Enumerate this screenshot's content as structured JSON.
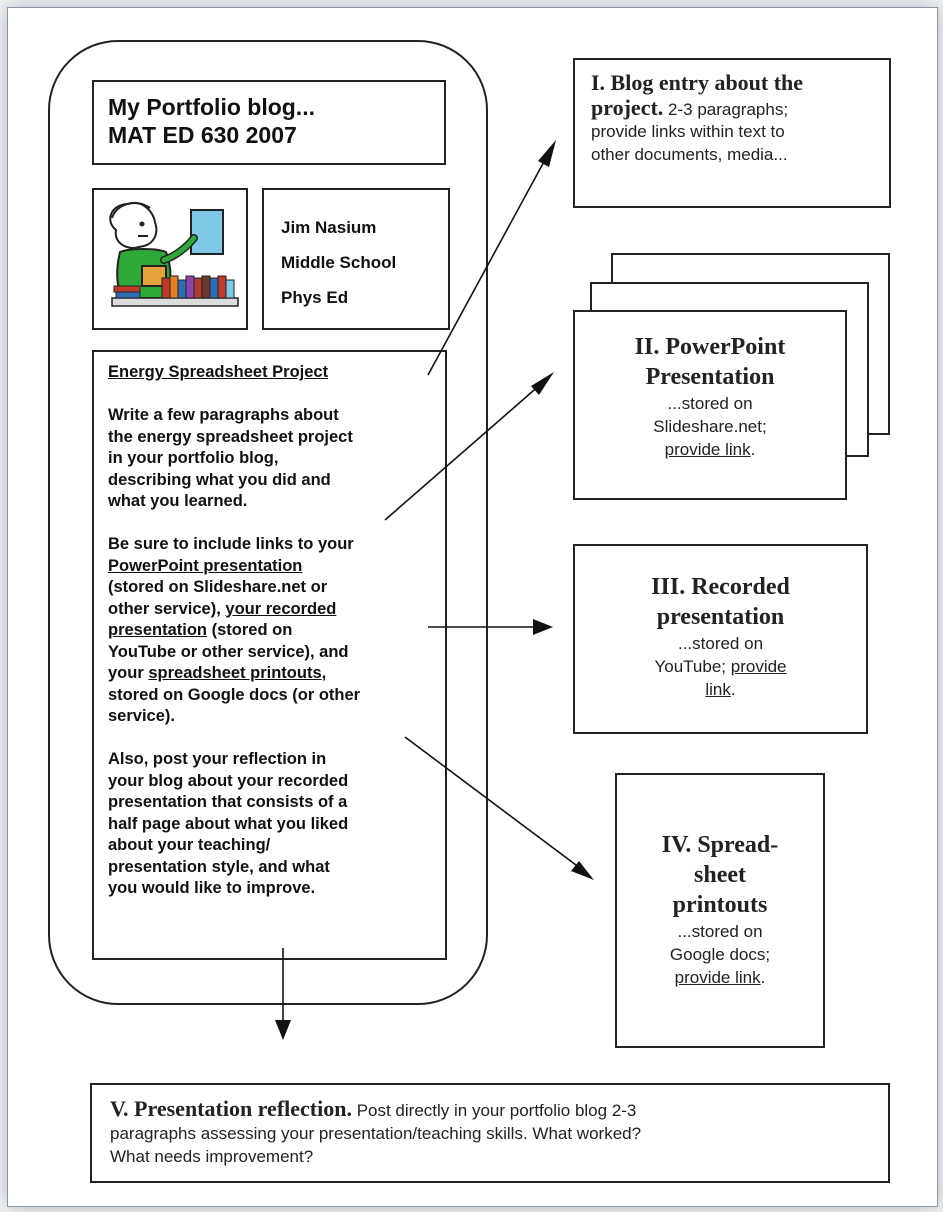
{
  "portfolio": {
    "title_line1": "My Portfolio blog...",
    "title_line2": "MAT ED 630 2007",
    "person": {
      "name": "Jim Nasium",
      "school": "Middle School",
      "subject": "Phys Ed"
    },
    "project": {
      "heading": "Energy Spreadsheet Project",
      "p1": [
        "Write a few paragraphs about",
        "the energy spreadsheet project",
        "in your portfolio blog,",
        "describing what you did and",
        "what you learned."
      ],
      "p2_l1": "Be sure to include links to your",
      "p2_link1": "PowerPoint presentation",
      "p2_l3": "(stored on Slideshare.net or",
      "p2_l4a": "other service), ",
      "p2_link2a": "your recorded",
      "p2_link2b": "presentation",
      "p2_l5b": " (stored on",
      "p2_l6": "YouTube or other service), and",
      "p2_l7a": "your ",
      "p2_link3": "spreadsheet printouts",
      "p2_l7b": ",",
      "p2_l8": "stored on Google docs (or other",
      "p2_l9": "service).",
      "p3": [
        "Also, post your reflection in",
        "your blog about your recorded",
        "presentation that consists of a",
        "half page about what you liked",
        "about your teaching/",
        "presentation style, and what",
        "you would like to improve."
      ]
    }
  },
  "blog_entry": {
    "title_a": "I. Blog entry about the",
    "title_b": "project.",
    "text_l1": " 2-3 paragraphs;",
    "text_l2": "provide links within text to",
    "text_l3": "other documents, media..."
  },
  "powerpoint": {
    "title_l1": "II. PowerPoint",
    "title_l2": "Presentation",
    "text_l1": "...stored on",
    "text_l2": "Slideshare.net;",
    "link": "provide link",
    "after_link": "."
  },
  "recorded": {
    "title_l1": "III. Recorded",
    "title_l2": "presentation",
    "text_l1": "...stored on",
    "text_l2": "YouTube; ",
    "link_a": "provide",
    "link_b": "link",
    "after_link": "."
  },
  "spreadsheet": {
    "title_l1": "IV. Spread-",
    "title_l2": "sheet",
    "title_l3": "printouts",
    "text_l1": "...stored on",
    "text_l2": "Google docs;",
    "link": "provide link",
    "after_link": "."
  },
  "reflection": {
    "title": "V. Presentation reflection.",
    "text_l1": " Post directly in your portfolio blog 2-3",
    "text_l2": "paragraphs assessing your presentation/teaching skills. What worked?",
    "text_l3": "What needs improvement?"
  },
  "illustration": {
    "icon": "teacher-with-books-icon",
    "colors": {
      "shirt": "#2fa83a",
      "board": "#7ec8e8",
      "books": [
        "#c0392b",
        "#e67e22",
        "#2d6db5",
        "#8e44ad",
        "#b03a2e",
        "#6c3b2a"
      ]
    }
  }
}
